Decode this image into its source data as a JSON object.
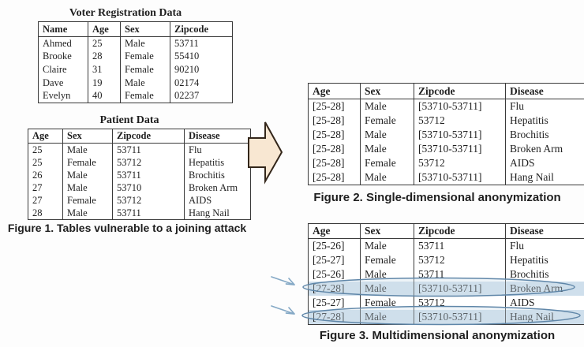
{
  "colors": {
    "page_bg": "#fdfdfd",
    "text": "#1f1f1f",
    "table_border": "#3a3a3a",
    "arrow_fill": "#f8e7d2",
    "arrow_stroke": "#33261a",
    "highlight_fill": "#cfdfec",
    "highlight_stroke": "#5f86a8",
    "pointer_color": "#85a9c6"
  },
  "figure1": {
    "voter_table": {
      "title": "Voter Registration Data",
      "columns": [
        "Name",
        "Age",
        "Sex",
        "Zipcode"
      ],
      "rows": [
        [
          "Ahmed",
          "25",
          "Male",
          "53711"
        ],
        [
          "Brooke",
          "28",
          "Female",
          "55410"
        ],
        [
          "Claire",
          "31",
          "Female",
          "90210"
        ],
        [
          "Dave",
          "19",
          "Male",
          "02174"
        ],
        [
          "Evelyn",
          "40",
          "Female",
          "02237"
        ]
      ]
    },
    "patient_table": {
      "title": "Patient Data",
      "columns": [
        "Age",
        "Sex",
        "Zipcode",
        "Disease"
      ],
      "rows": [
        [
          "25",
          "Male",
          "53711",
          "Flu"
        ],
        [
          "25",
          "Female",
          "53712",
          "Hepatitis"
        ],
        [
          "26",
          "Male",
          "53711",
          "Brochitis"
        ],
        [
          "27",
          "Male",
          "53710",
          "Broken Arm"
        ],
        [
          "27",
          "Female",
          "53712",
          "AIDS"
        ],
        [
          "28",
          "Male",
          "53711",
          "Hang Nail"
        ]
      ]
    },
    "caption": "Figure 1. Tables vulnerable to a joining attack"
  },
  "figure2": {
    "table": {
      "columns": [
        "Age",
        "Sex",
        "Zipcode",
        "Disease"
      ],
      "rows": [
        [
          "[25-28]",
          "Male",
          "[53710-53711]",
          "Flu"
        ],
        [
          "[25-28]",
          "Female",
          "53712",
          "Hepatitis"
        ],
        [
          "[25-28]",
          "Male",
          "[53710-53711]",
          "Brochitis"
        ],
        [
          "[25-28]",
          "Male",
          "[53710-53711]",
          "Broken Arm"
        ],
        [
          "[25-28]",
          "Female",
          "53712",
          "AIDS"
        ],
        [
          "[25-28]",
          "Male",
          "[53710-53711]",
          "Hang Nail"
        ]
      ]
    },
    "caption": "Figure 2. Single-dimensional anonymization"
  },
  "figure3": {
    "table": {
      "columns": [
        "Age",
        "Sex",
        "Zipcode",
        "Disease"
      ],
      "rows": [
        [
          "[25-26]",
          "Male",
          "53711",
          "Flu"
        ],
        [
          "[25-27]",
          "Female",
          "53712",
          "Hepatitis"
        ],
        [
          "[25-26]",
          "Male",
          "53711",
          "Brochitis"
        ],
        [
          "[27-28]",
          "Male",
          "[53710-53711]",
          "Broken Arm"
        ],
        [
          "[25-27]",
          "Female",
          "53712",
          "AIDS"
        ],
        [
          "[27-28]",
          "Male",
          "[53710-53711]",
          "Hang Nail"
        ]
      ],
      "highlighted_rows": [
        3,
        5
      ]
    },
    "caption": "Figure 3. Multidimensional anonymization"
  }
}
